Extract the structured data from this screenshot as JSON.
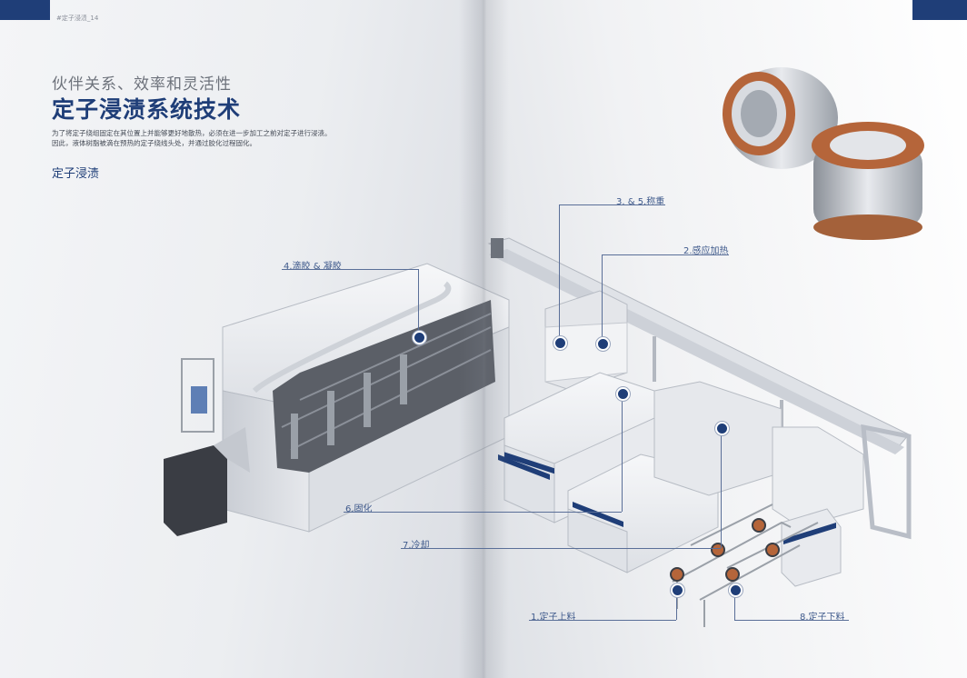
{
  "brochure": {
    "running_head": "#定子浸渍_14",
    "subtitle": "伙伴关系、效率和灵活性",
    "title": "定子浸渍系统技术",
    "intro_line1": "为了将定子绕组固定在其位置上并能够更好地散热，必须在进一步加工之前对定子进行浸渍。",
    "intro_line2": "因此，液体树脂被滴在预热的定子绕线头处，并通过胶化过程固化。",
    "section_heading": "定子浸渍"
  },
  "callouts": {
    "weighing": "3. & 5.称重",
    "induction_heating": "2.感应加热",
    "drip_gel": "4.滴胶 & 凝胶",
    "curing": "6.固化",
    "cooling": "7.冷却",
    "loading": "1.定子上料",
    "unloading": "8.定子下料"
  },
  "colors": {
    "brand_blue": "#1f3e78",
    "callout_line": "#5a6f98",
    "machine_white": "#e8eaee",
    "machine_shadow": "#b9bec7",
    "copper": "#b5653a",
    "motor_dark": "#3a3d44"
  }
}
